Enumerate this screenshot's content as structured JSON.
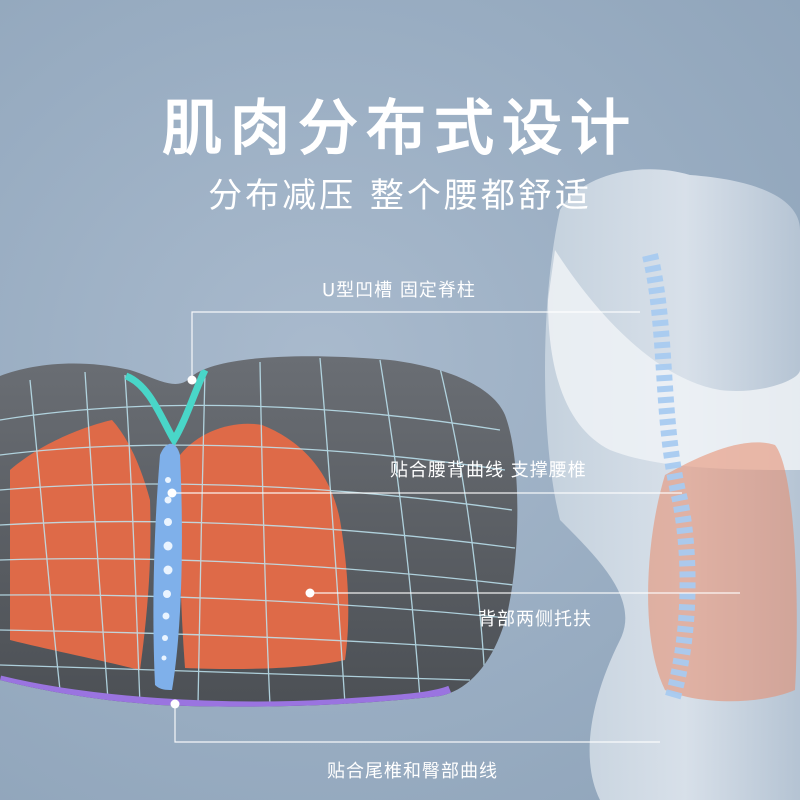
{
  "header": {
    "title": "肌肉分布式设计",
    "subtitle": "分布减压 整个腰都舒适"
  },
  "callouts": [
    "U型凹槽 固定脊柱",
    "贴合腰背曲线 支撑腰椎",
    "背部两侧托扶",
    "贴合尾椎和臀部曲线"
  ],
  "colors": {
    "background": "#9db0c4",
    "cushion_body": "#5a5e63",
    "support_zone": "#de6a48",
    "groove_highlight": "#49d6c8",
    "spine_strip": "#7fb0ea",
    "base_edge": "#9a74e0",
    "grid_lines": "#bfe6f2"
  }
}
